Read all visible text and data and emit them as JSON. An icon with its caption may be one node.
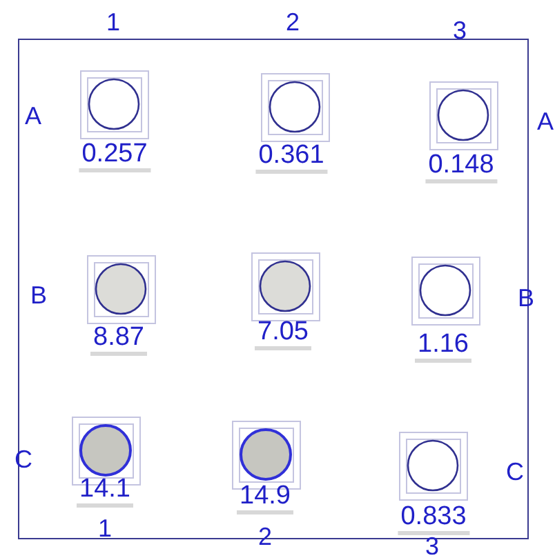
{
  "diagram": {
    "nodes": [
      {
        "text": [],
        "shape": "circle",
        "beside": [
          "0.257"
        ]
      },
      {
        "text": [],
        "shape": "circle",
        "beside": [
          "0.361"
        ]
      },
      {
        "text": [],
        "shape": "circle",
        "beside": [
          "0.148"
        ]
      },
      {
        "text": [],
        "shape": "circle",
        "beside": [
          "8.87"
        ]
      },
      {
        "text": [],
        "shape": "circle",
        "beside": [
          "7.05"
        ]
      },
      {
        "text": [],
        "shape": "circle",
        "beside": [
          "1.16"
        ]
      },
      {
        "text": [],
        "shape": "circle",
        "beside": [
          "14.1"
        ]
      },
      {
        "text": [],
        "shape": "circle",
        "beside": [
          "14.9"
        ]
      },
      {
        "text": [],
        "shape": "circle",
        "beside": [
          "0.833"
        ]
      }
    ],
    "labels": [
      "1",
      "2",
      "3",
      "A",
      "A",
      "B",
      "B",
      "C",
      "C",
      "1",
      "2",
      "3"
    ]
  }
}
